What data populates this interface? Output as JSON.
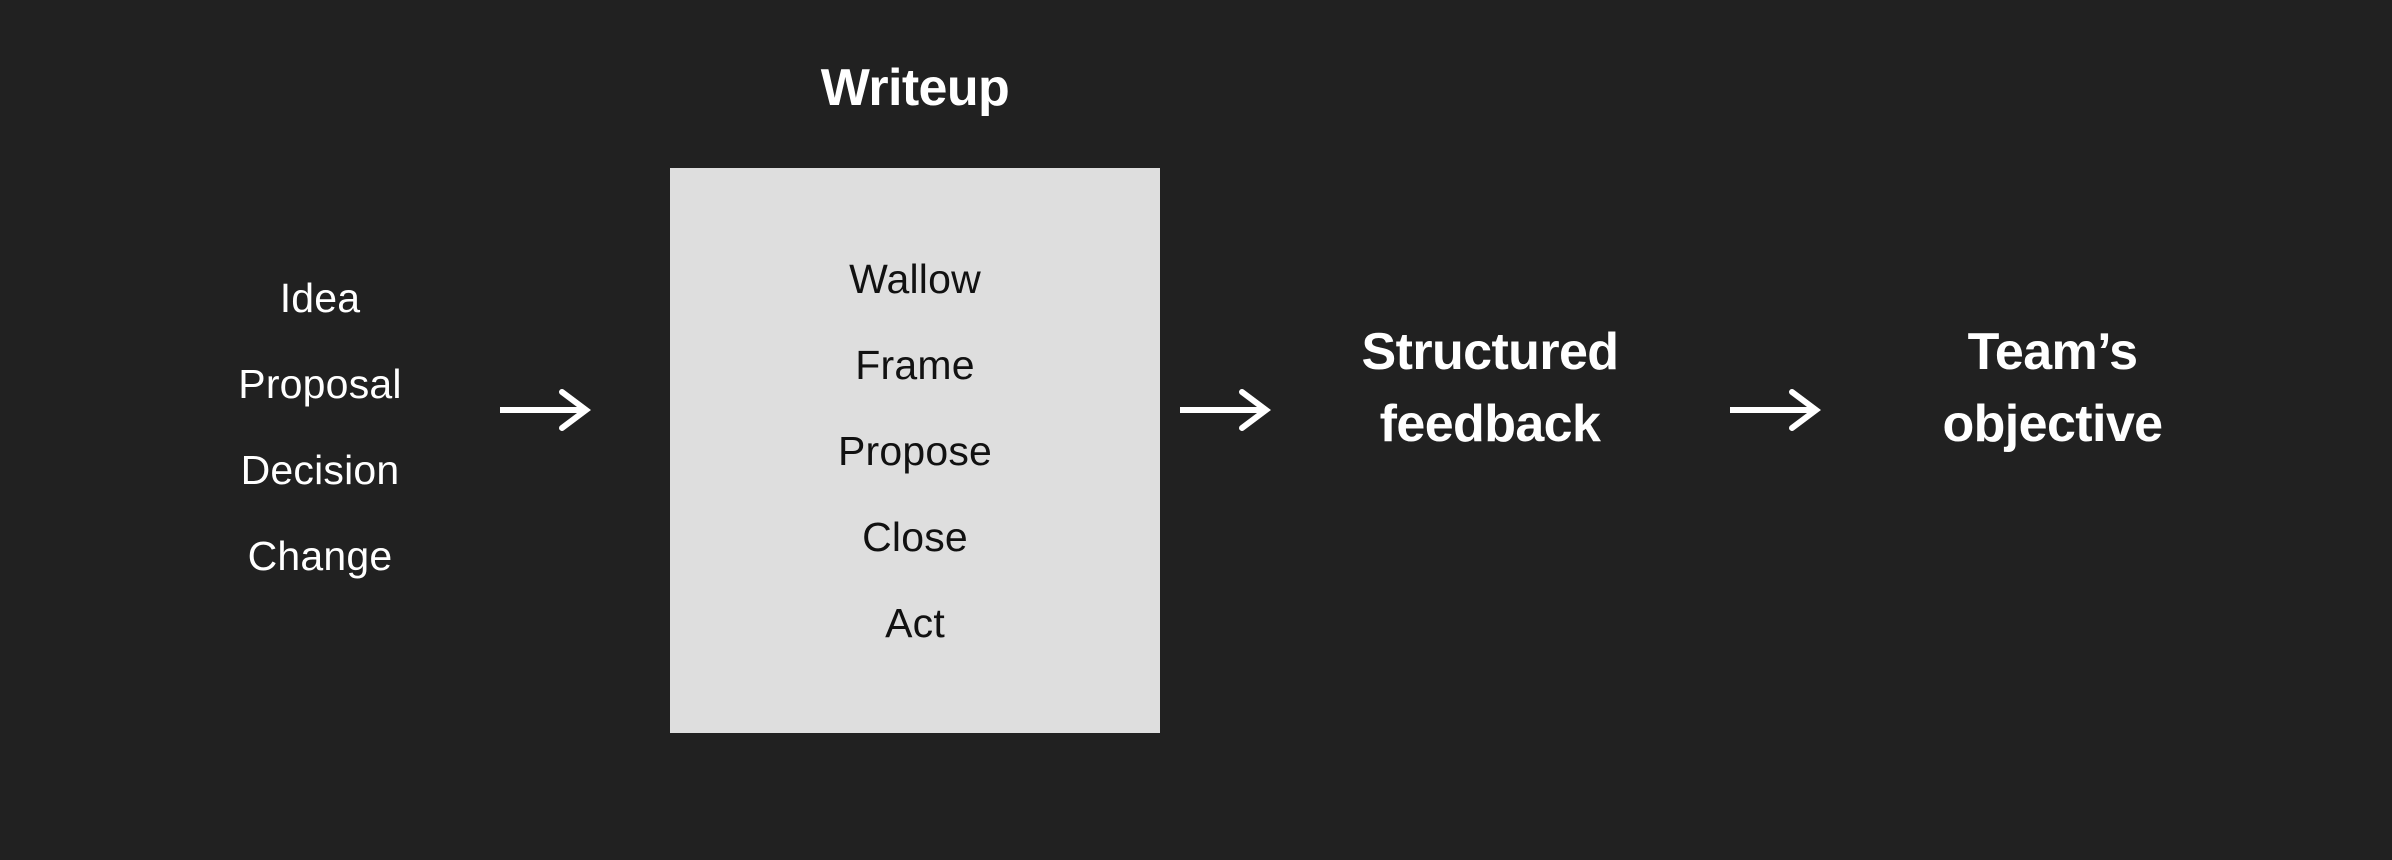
{
  "canvas": {
    "background_color": "#212121",
    "text_color": "#ffffff",
    "box_fill_color": "#dedede",
    "box_text_color": "#111111"
  },
  "flow": {
    "inputs": {
      "name": "inputs",
      "items": [
        {
          "label": "Idea"
        },
        {
          "label": "Proposal"
        },
        {
          "label": "Decision"
        },
        {
          "label": "Change"
        }
      ]
    },
    "writeup": {
      "title": "Writeup",
      "steps": [
        {
          "label": "Wallow"
        },
        {
          "label": "Frame"
        },
        {
          "label": "Propose"
        },
        {
          "label": "Close"
        },
        {
          "label": "Act"
        }
      ]
    },
    "feedback": {
      "line1": "Structured",
      "line2": "feedback"
    },
    "objective": {
      "line1": "Team’s",
      "line2": "objective"
    },
    "arrows": [
      {
        "name": "arrow-inputs-to-writeup",
        "direction": "right"
      },
      {
        "name": "arrow-writeup-to-feedback",
        "direction": "right"
      },
      {
        "name": "arrow-feedback-to-objective",
        "direction": "right"
      }
    ]
  }
}
